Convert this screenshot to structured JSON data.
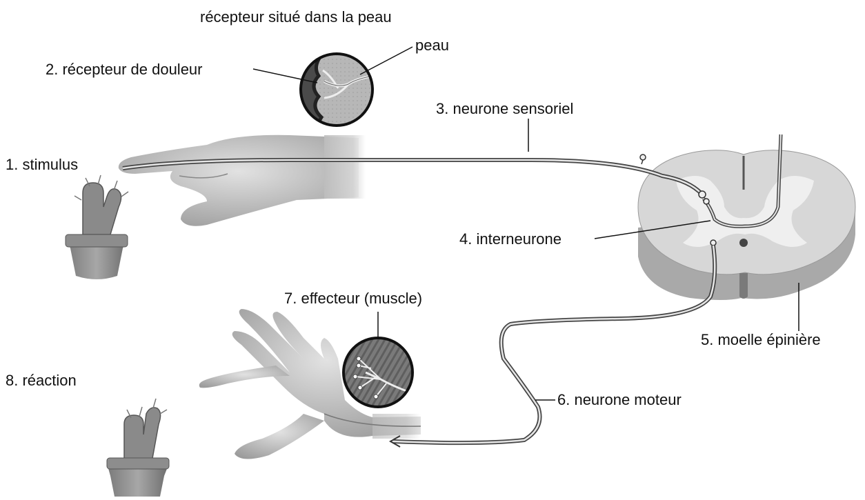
{
  "labels": {
    "inset_title": "récepteur situé dans la peau",
    "skin": "peau",
    "pain_receptor": "2. récepteur de douleur",
    "stimulus": "1. stimulus",
    "sensory_neuron": "3. neurone sensoriel",
    "interneuron": "4. interneurone",
    "spinal_cord": "5. moelle épinière",
    "motor_neuron": "6. neurone moteur",
    "effector": "7. effecteur (muscle)",
    "reaction": "8. réaction"
  },
  "colors": {
    "text": "#111111",
    "cord_white_matter": "#d7d7d7",
    "cord_gray_matter": "#efefef",
    "cord_side": "#a9a9a9",
    "skin_tone": "#c9c9c9",
    "nerve": "#555555"
  }
}
